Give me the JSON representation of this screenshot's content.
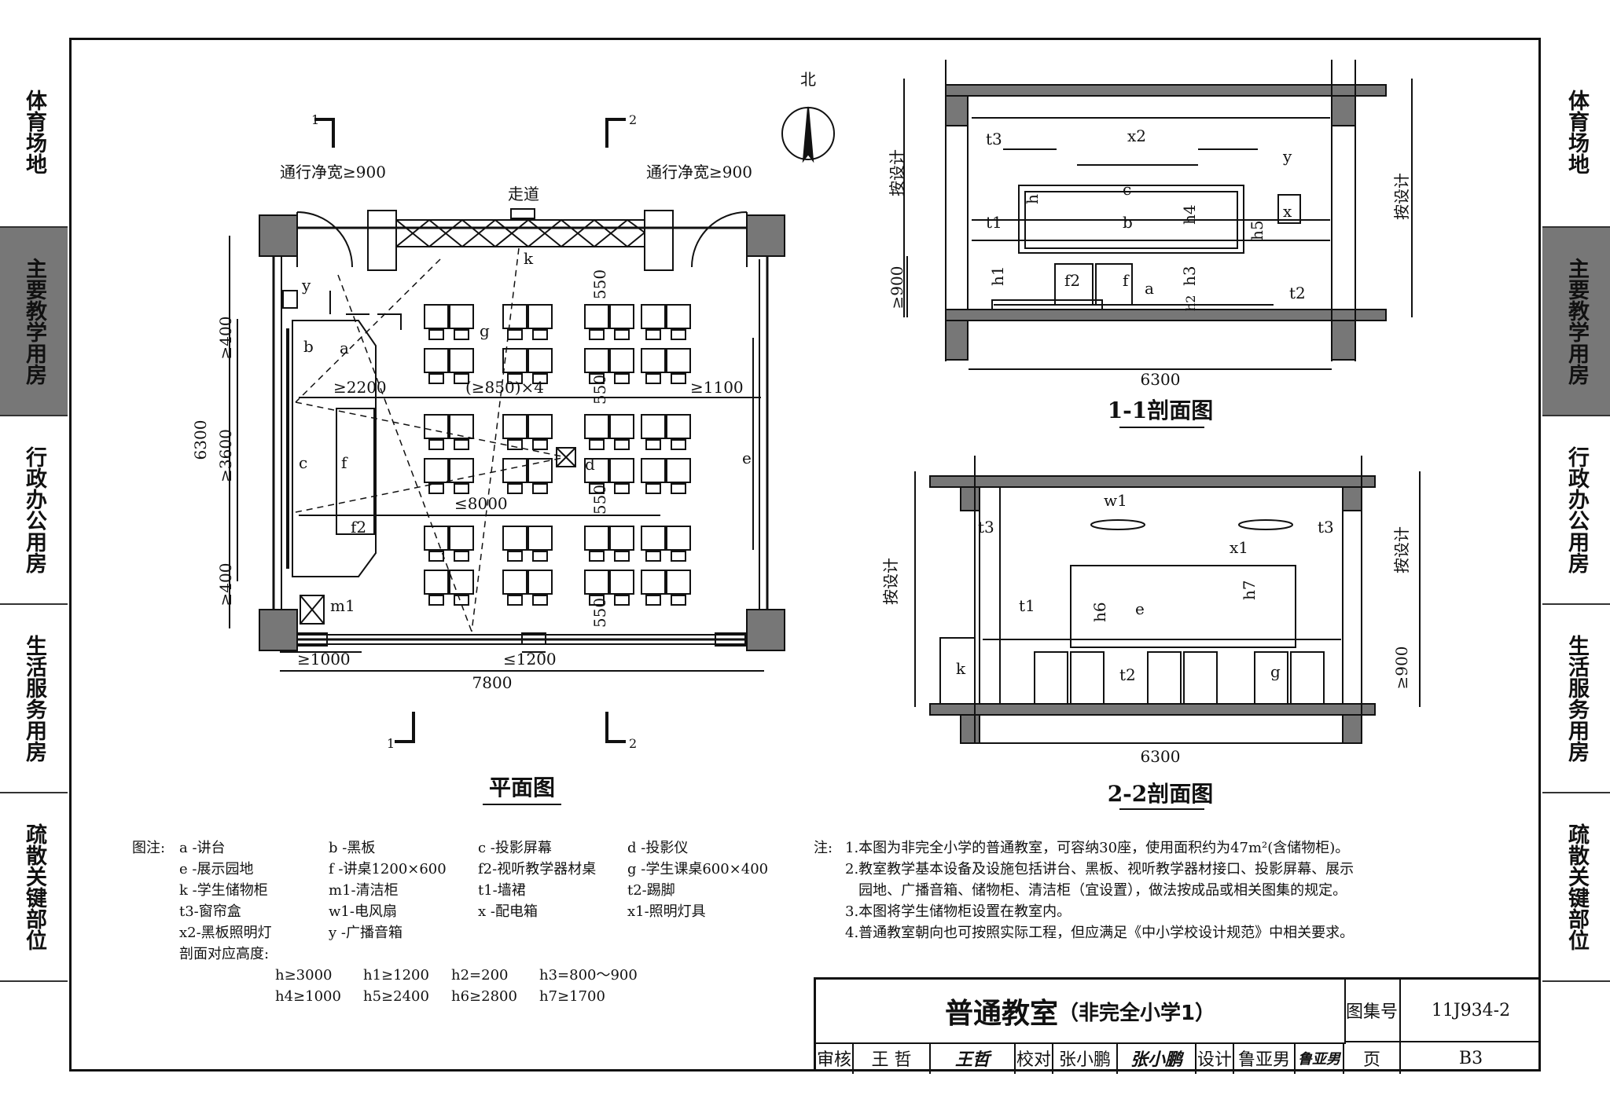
{
  "side_tabs": [
    {
      "label": "体育场地",
      "active": false
    },
    {
      "label": "主要教学用房",
      "active": true
    },
    {
      "label": "行政办公用房",
      "active": false
    },
    {
      "label": "生活服务用房",
      "active": false
    },
    {
      "label": "疏散关键部位",
      "active": false
    }
  ],
  "plan": {
    "title": "平面图",
    "north": "北",
    "corridor": "走道",
    "clear_width_left": "通行净宽≥900",
    "clear_width_right": "通行净宽≥900",
    "section_marks": [
      "1",
      "2",
      "1",
      "2"
    ],
    "dims": {
      "overall_depth": "6300",
      "depth_mid": "≥3600",
      "depth_top": "≥400",
      "depth_bottom": "≥400",
      "overall_width": "7800",
      "front_clear": "≥2200",
      "desk_rows": "(≥850)×4",
      "back_clear": "≥1100",
      "view_dist": "≤8000",
      "door_width": "≥1000",
      "window_pier": "≤1200",
      "aisle_1": "550",
      "aisle_2": "550",
      "aisle_3": "550",
      "aisle_4": "550"
    },
    "labels": [
      "a",
      "b",
      "c",
      "d",
      "e",
      "f",
      "f2",
      "g",
      "k",
      "m1",
      "y"
    ]
  },
  "section_1": {
    "title": "1-1剖面图",
    "width": "6300",
    "left_dim_top": "按设计",
    "left_dim_bottom": "≥900",
    "right_dim": "按设计",
    "labels": [
      "t3",
      "x2",
      "y",
      "c",
      "b",
      "x",
      "t1",
      "h",
      "h4",
      "h5",
      "h1",
      "h3",
      "f2",
      "f",
      "a",
      "h2",
      "t2"
    ]
  },
  "section_2": {
    "title": "2-2剖面图",
    "width": "6300",
    "left_dim": "按设计",
    "right_dim_top": "按设计",
    "right_dim_bottom": "≥900",
    "labels": [
      "w1",
      "t3",
      "t3",
      "x1",
      "t1",
      "h6",
      "e",
      "h7",
      "k",
      "t2",
      "g"
    ]
  },
  "legend": {
    "heading": "图注:",
    "rows": [
      [
        "a -讲台",
        "b -黑板",
        "c -投影屏幕",
        "d -投影仪"
      ],
      [
        "e -展示园地",
        "f -讲桌1200×600",
        "f2-视听教学器材桌",
        "g -学生课桌600×400"
      ],
      [
        "k -学生储物柜",
        "m1-清洁柜",
        "t1-墙裙",
        "t2-踢脚"
      ],
      [
        "t3-窗帘盒",
        "w1-电风扇",
        "x -配电箱",
        "x1-照明灯具"
      ],
      [
        "x2-黑板照明灯",
        "y -广播音箱",
        "",
        ""
      ]
    ],
    "height_heading": "剖面对应高度:",
    "heights": [
      [
        "h≥3000",
        "h1≥1200",
        "h2=200",
        "h3=800～900"
      ],
      [
        "h4≥1000",
        "h5≥2400",
        "h6≥2800",
        "h7≥1700"
      ]
    ]
  },
  "notes": {
    "heading": "注:",
    "items": [
      "1.本图为非完全小学的普通教室，可容纳30座，使用面积约为47m²(含储物柜)。",
      "2.教室教学基本设备及设施包括讲台、黑板、视听教学器材接口、投影屏幕、展示",
      "   园地、广播音箱、储物柜、清洁柜（宜设置），做法按成品或相关图集的规定。",
      "3.本图将学生储物柜设置在教室内。",
      "4.普通教室朝向也可按照实际工程，但应满足《中小学校设计规范》中相关要求。"
    ]
  },
  "title_block": {
    "title": "普通教室",
    "subtitle": "（非完全小学1）",
    "atlas_label": "图集号",
    "atlas_no": "11J934-2",
    "review_label": "审核",
    "reviewer": "王 哲",
    "reviewer_sig": "王哲",
    "check_label": "校对",
    "checker": "张小鹏",
    "checker_sig": "张小鹏",
    "design_label": "设计",
    "designer": "鲁亚男",
    "designer_sig": "鲁亚男",
    "page_label": "页",
    "page_no": "B3"
  }
}
